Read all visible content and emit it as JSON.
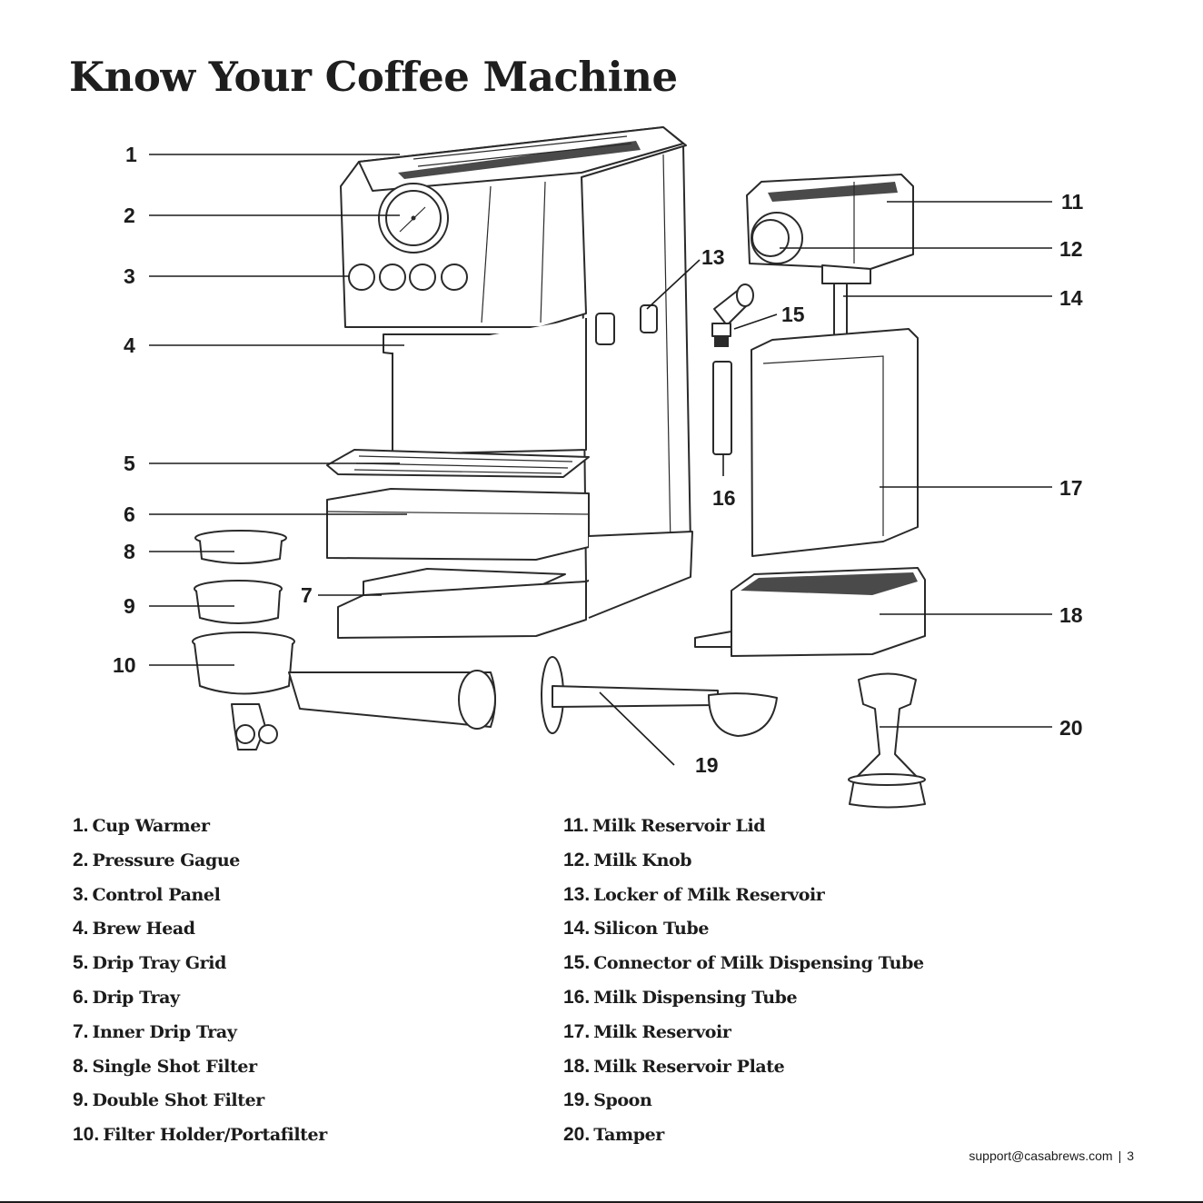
{
  "title": "Know Your Coffee Machine",
  "callouts": [
    "1",
    "2",
    "3",
    "4",
    "5",
    "6",
    "7",
    "8",
    "9",
    "10",
    "11",
    "12",
    "13",
    "14",
    "15",
    "16",
    "17",
    "18",
    "19",
    "20"
  ],
  "legend_left": [
    {
      "num": "1.",
      "label": "Cup Warmer"
    },
    {
      "num": "2.",
      "label": "Pressure Gague"
    },
    {
      "num": "3.",
      "label": "Control Panel"
    },
    {
      "num": "4.",
      "label": "Brew Head"
    },
    {
      "num": "5.",
      "label": "Drip Tray Grid"
    },
    {
      "num": "6.",
      "label": "Drip Tray"
    },
    {
      "num": "7.",
      "label": "Inner Drip Tray"
    },
    {
      "num": "8.",
      "label": "Single Shot Filter"
    },
    {
      "num": "9.",
      "label": "Double Shot Filter"
    },
    {
      "num": "10.",
      "label": "Filter Holder/Portafilter"
    }
  ],
  "legend_right": [
    {
      "num": "11.",
      "label": "Milk Reservoir Lid"
    },
    {
      "num": "12.",
      "label": "Milk Knob"
    },
    {
      "num": "13.",
      "label": "Locker of Milk Reservoir"
    },
    {
      "num": "14.",
      "label": "Silicon Tube"
    },
    {
      "num": "15.",
      "label": "Connector of Milk Dispensing Tube"
    },
    {
      "num": "16.",
      "label": "Milk Dispensing Tube"
    },
    {
      "num": "17.",
      "label": "Milk Reservoir"
    },
    {
      "num": "18.",
      "label": "Milk Reservoir Plate"
    },
    {
      "num": "19.",
      "label": "Spoon"
    },
    {
      "num": "20.",
      "label": "Tamper"
    }
  ],
  "footer": {
    "email": "support@casabrews.com",
    "page": "3"
  }
}
